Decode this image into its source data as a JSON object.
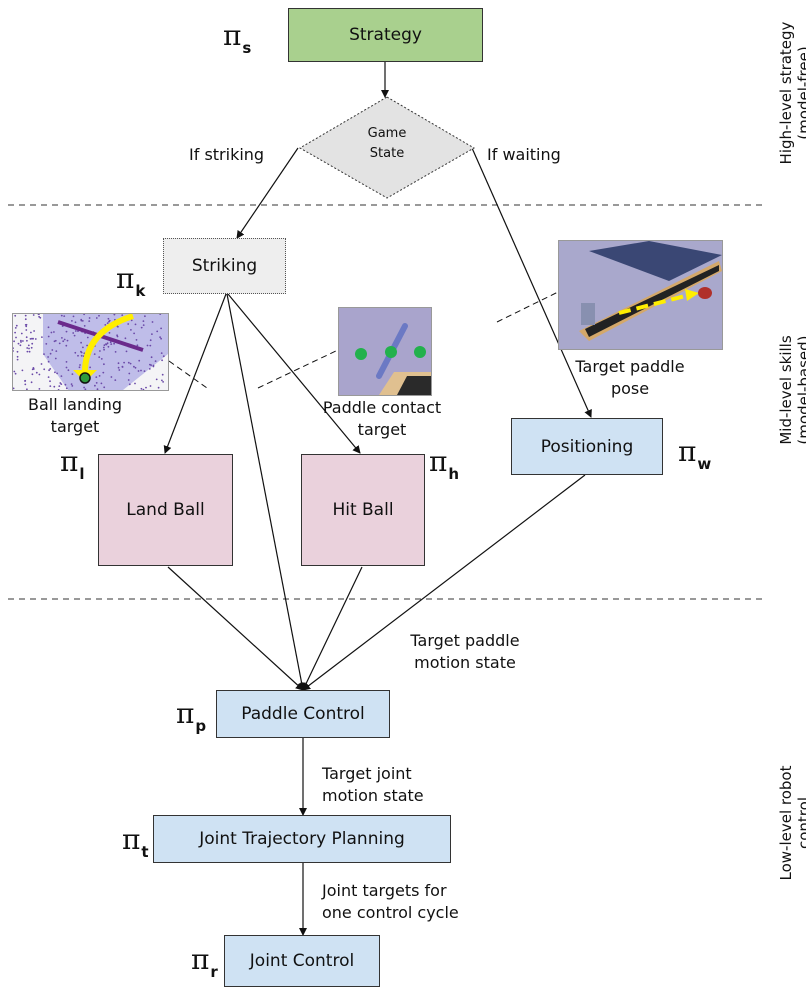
{
  "nodes": {
    "strategy": "Strategy",
    "game_state": "Game\nState",
    "striking": "Striking",
    "positioning": "Positioning",
    "land_ball": "Land Ball",
    "hit_ball": "Hit Ball",
    "paddle_control": "Paddle Control",
    "joint_trajectory_planning": "Joint Trajectory Planning",
    "joint_control": "Joint Control"
  },
  "policies": {
    "s": "s",
    "k": "k",
    "w": "w",
    "l": "l",
    "h": "h",
    "p": "p",
    "t": "t",
    "r": "r",
    "symbol": "π"
  },
  "edge_labels": {
    "if_striking": "If striking",
    "if_waiting": "If waiting",
    "target_paddle_motion_state": "Target paddle\nmotion state",
    "target_joint_motion_state": "Target joint\nmotion state",
    "joint_targets": "Joint targets for\none control cycle"
  },
  "image_captions": {
    "ball_landing_target": "Ball landing\ntarget",
    "paddle_contact_target": "Paddle contact\ntarget",
    "target_paddle_pose": "Target paddle\npose"
  },
  "side_labels": {
    "high_level": "High-level strategy\n(model-free)",
    "mid_level": "Mid-level skills\n(model-based)",
    "low_level": "Low-level robot\ncontrol"
  },
  "colors": {
    "strategy_fill": "#a9d08e",
    "control_fill": "#cfe2f3",
    "skill_fill": "#ead1dc",
    "striking_fill": "#eeeeee",
    "diamond_fill": "#e3e3e3"
  }
}
